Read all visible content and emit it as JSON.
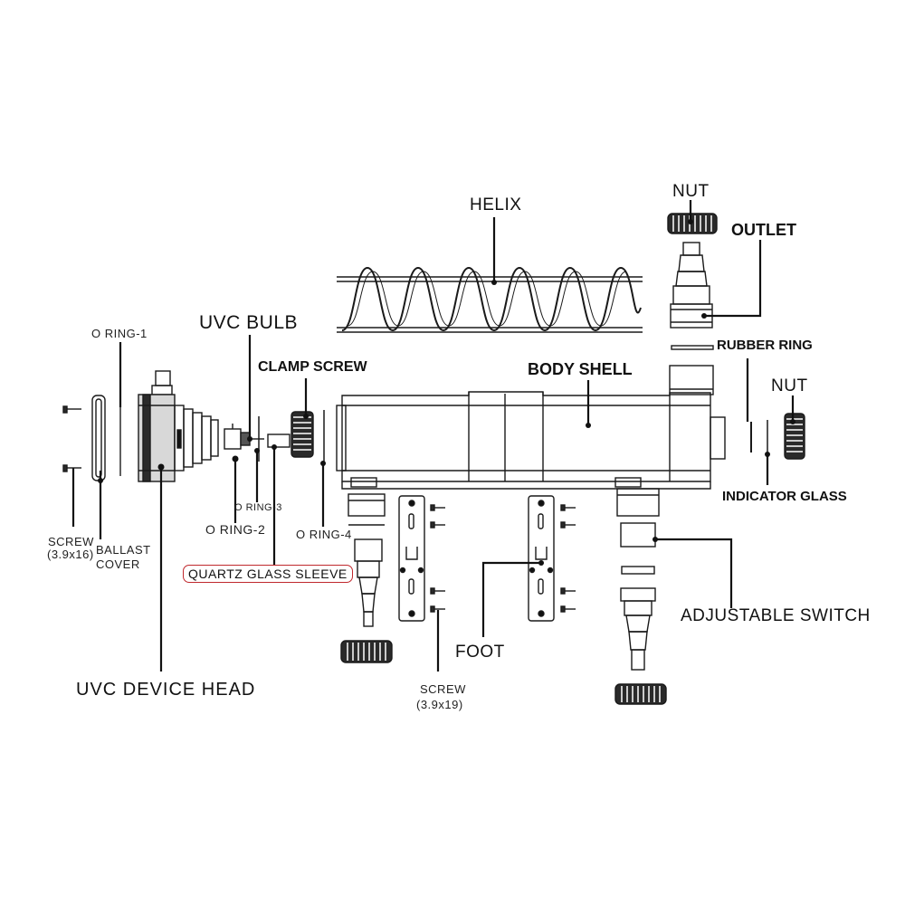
{
  "labels": {
    "helix": "HELIX",
    "nut_top": "NUT",
    "outlet": "OUTLET",
    "o_ring_1": "O RING-1",
    "uvc_bulb": "UVC BULB",
    "clamp_screw": "CLAMP SCREW",
    "body_shell": "BODY SHELL",
    "rubber_ring": "RUBBER RING",
    "nut_right": "NUT",
    "indicator_glass": "INDICATOR GLASS",
    "o_ring_3": "O RING-3",
    "o_ring_2": "O RING-2",
    "o_ring_4": "O RING-4",
    "screw_left": "SCREW",
    "screw_left_size": "(3.9x16)",
    "ballast": "BALLAST",
    "cover": "COVER",
    "quartz_glass_sleeve": "QUARTZ GLASS SLEEVE",
    "adjustable_switch": "ADJUSTABLE SWITCH",
    "foot": "FOOT",
    "screw_bottom": "SCREW",
    "screw_bottom_size": "(3.9x19)",
    "uvc_device_head": "UVC DEVICE HEAD"
  },
  "colors": {
    "highlight": "#c0282d",
    "ink": "#111111"
  }
}
